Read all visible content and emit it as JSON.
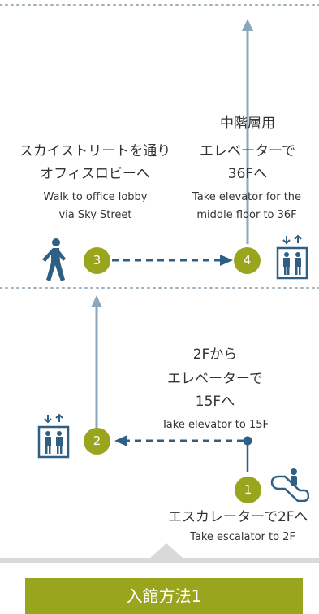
{
  "steps": [
    {
      "number": "1",
      "label_ja": "エスカレーターで2Fへ",
      "label_en": "Take escalator to 2F"
    },
    {
      "number": "2",
      "label_ja": [
        "2Fから",
        "エレベーターで",
        "15Fへ"
      ],
      "label_en": "Take elevator to 15F"
    },
    {
      "number": "3",
      "label_ja": [
        "スカイストリートを通り",
        "オフィスロビーへ"
      ],
      "label_en": [
        "Walk to office lobby",
        "via Sky Street"
      ]
    },
    {
      "number": "4",
      "label_ja": [
        "中階層用",
        "エレベーターで",
        "36Fへ"
      ],
      "label_en": [
        "Take elevator for the",
        "middle floor to 36F"
      ]
    }
  ],
  "footer": {
    "title": "入館方法1"
  },
  "icons": [
    "escalator-icon",
    "elevator-icon",
    "walking-person-icon"
  ],
  "colors": {
    "accent": "#9aa51e",
    "route": "#2f5f82",
    "vertical_arrow": "#8aa8bb",
    "divider": "#9fb0bc",
    "footer_band": "#d9d9d9"
  }
}
